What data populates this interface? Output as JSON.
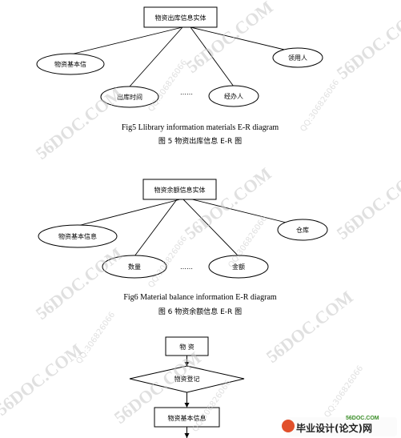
{
  "watermarks": {
    "site": "56DOC.COM",
    "qq": "QQ:306826066"
  },
  "figure5": {
    "entity": "物资出库信息实体",
    "attributes": [
      "物资基本信",
      "领用人",
      "出库时间",
      "经办人"
    ],
    "ellipsis": "……",
    "caption_en": "Fig5 Llibrary information materials E-R diagram",
    "caption_cn": "图 5 物资出库信息 E-R 图"
  },
  "figure6": {
    "entity": "物资余额信息实体",
    "attributes": [
      "物资基本信息",
      "仓库",
      "数量",
      "金额"
    ],
    "ellipsis": "……",
    "caption_en": "Fig6 Material balance information E-R diagram",
    "caption_cn": "图 6 物资余额信息 E-R 图"
  },
  "flowchart": {
    "start": "物 资",
    "decision": "物资登记",
    "process": "物资基本信息"
  },
  "logo": {
    "url": "56DOC.COM",
    "name": "毕业设计(论文)网",
    "colors": {
      "mark": "#e1502b",
      "url": "#3c8f2a"
    }
  }
}
